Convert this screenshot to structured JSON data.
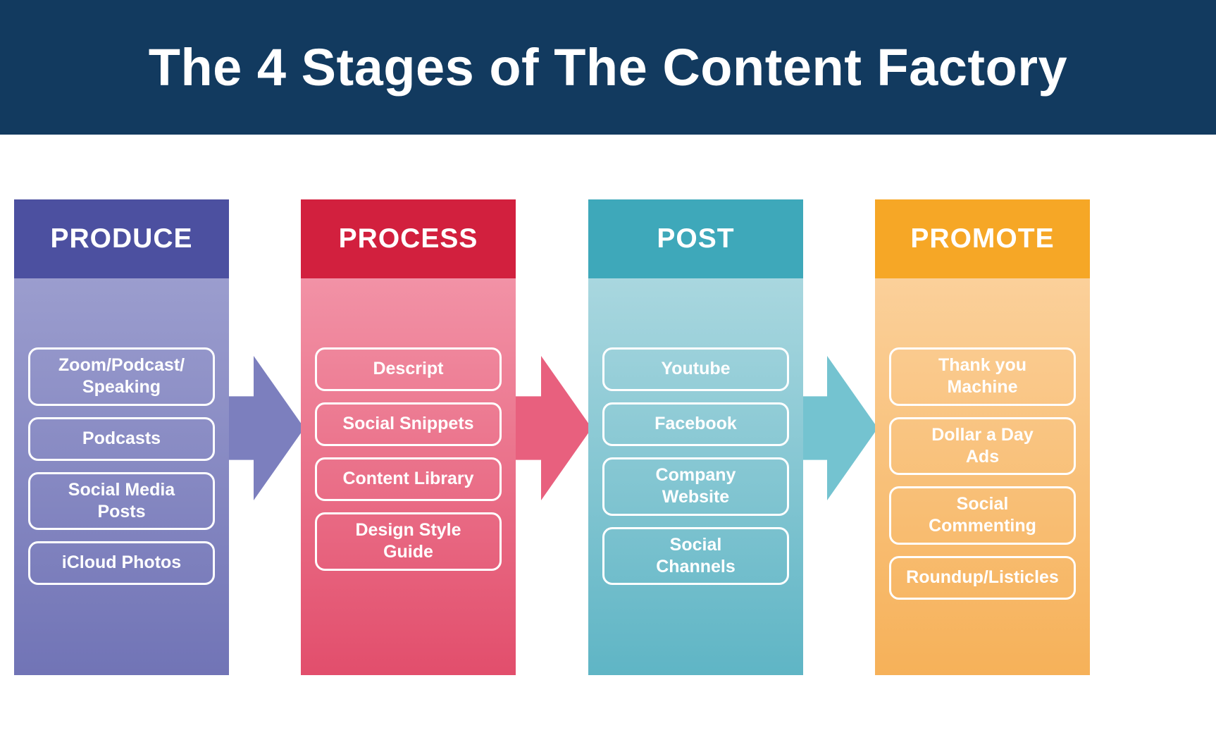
{
  "title": "The 4 Stages of The Content Factory",
  "colors": {
    "banner": "#123A5F",
    "background": "#FFFFFF",
    "text": "#FFFFFF"
  },
  "columns": [
    {
      "label": "PRODUCE",
      "colors": {
        "header": "#4C50A0",
        "body_top": "#9B9DCE",
        "body_bottom": "#7174B6",
        "arrow": "#7C7FBE"
      },
      "items": [
        "Zoom/Podcast/\nSpeaking",
        "Podcasts",
        "Social Media\nPosts",
        "iCloud Photos"
      ]
    },
    {
      "label": "PROCESS",
      "colors": {
        "header": "#D2203E",
        "body_top": "#F292A6",
        "body_bottom": "#E24E6C",
        "arrow": "#E8607E"
      },
      "items": [
        "Descript",
        "Social Snippets",
        "Content Library",
        "Design Style\nGuide"
      ]
    },
    {
      "label": "POST",
      "colors": {
        "header": "#3EA8BA",
        "body_top": "#A9D7DF",
        "body_bottom": "#5FB5C5",
        "arrow": "#74C3D0"
      },
      "items": [
        "Youtube",
        "Facebook",
        "Company\nWebsite",
        "Social\nChannels"
      ]
    },
    {
      "label": "PROMOTE",
      "colors": {
        "header": "#F6A726",
        "body_top": "#FBD09A",
        "body_bottom": "#F6B159",
        "arrow": "#F8BC53"
      },
      "items": [
        "Thank you\nMachine",
        "Dollar a Day\nAds",
        "Social\nCommenting",
        "Roundup/Listicles"
      ]
    }
  ]
}
